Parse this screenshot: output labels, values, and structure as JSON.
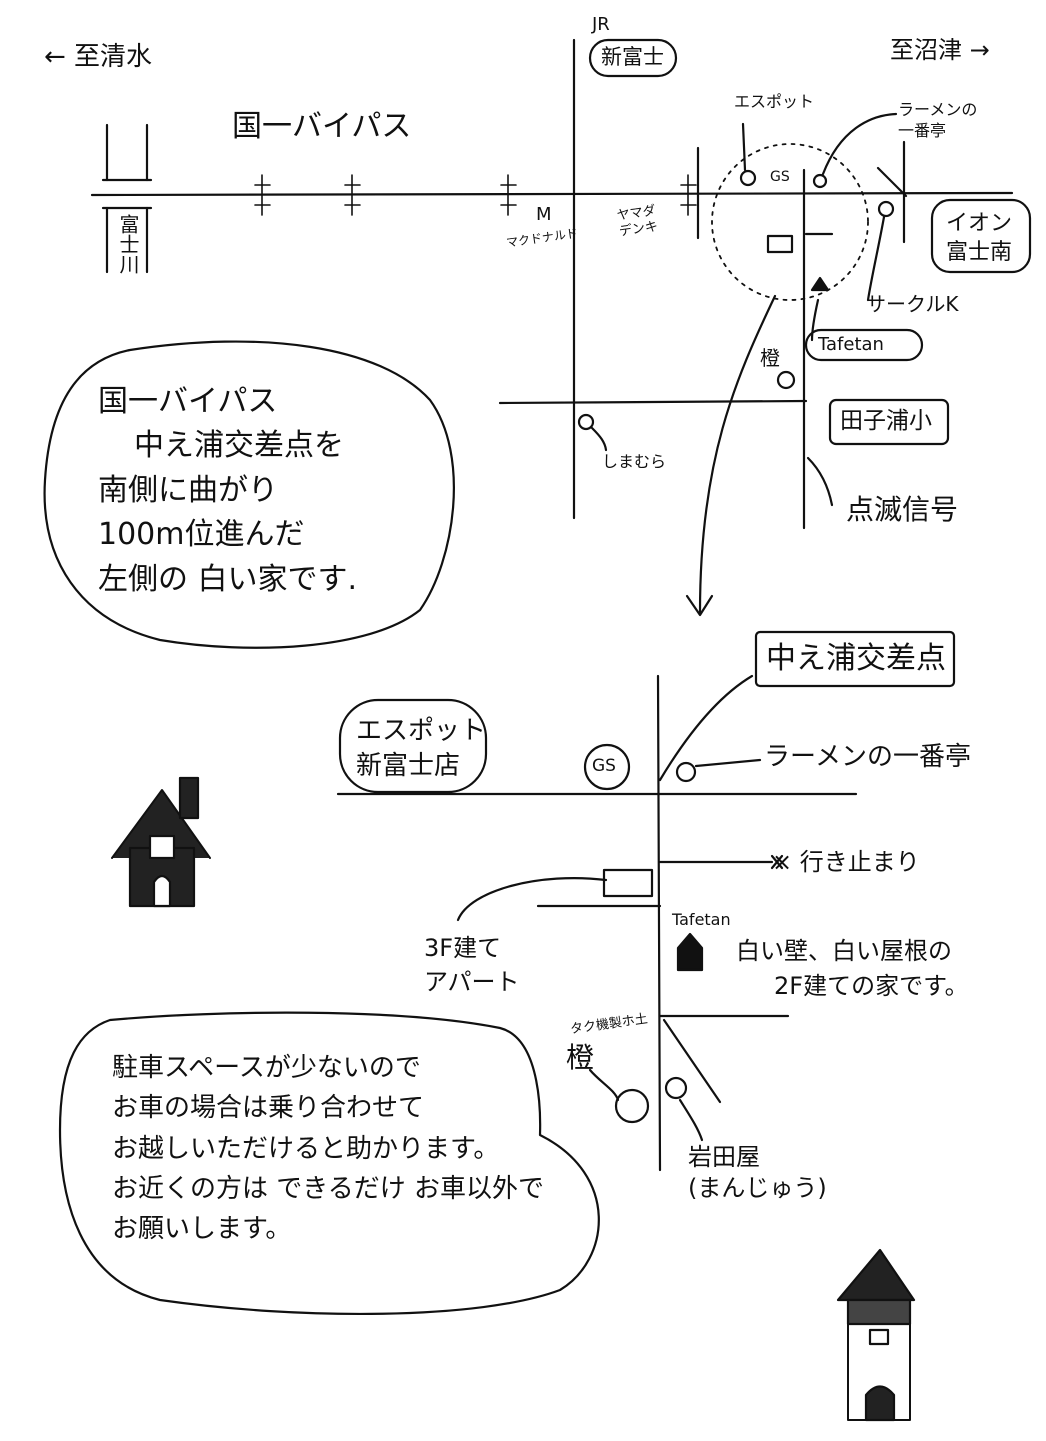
{
  "top_map": {
    "dir_west": "← 至清水",
    "dir_east": "至沼津 →",
    "jr_label": "JR",
    "station": "新富士",
    "highway": "国一バイパス",
    "river": [
      "富",
      "士",
      "川"
    ],
    "mcdonalds_m": "M",
    "mcdonalds": "マクドナルド",
    "yamada": [
      "ヤマダ",
      "デンキ"
    ],
    "espot": "エスポット",
    "gs": "GS",
    "ramen": [
      "ラーメンの",
      "一番亭"
    ],
    "aeon": [
      "イオン",
      "富士南"
    ],
    "circle_k": "サークルK",
    "tafetan": "Tafetan",
    "tachibana": "橙",
    "shimamura": "しまむら",
    "school": "田子浦小",
    "blink_signal": "点滅信号"
  },
  "directions": [
    "国一バイパス",
    "中え浦交差点を",
    "南側に曲がり",
    "100m位進んだ",
    "左側の 白い家です."
  ],
  "detail_map": {
    "intersection": "中え浦交差点",
    "espot_store": [
      "エスポット",
      "新富士店"
    ],
    "gs": "GS",
    "ramen": "ラーメンの一番亭",
    "dead_end": "× 行き止まり",
    "apartment": [
      "3F建て",
      "アパート"
    ],
    "tafetan": "Tafetan",
    "house_desc": [
      "白い壁、白い屋根の",
      "2F建ての家です。"
    ],
    "kimura_kogyo": "タク機製ホ土",
    "tachibana": "橙",
    "iwataya": [
      "岩田屋",
      "(まんじゅう)"
    ]
  },
  "parking_note": [
    "駐車スペースが少ないので",
    "お車の場合は乗り合わせて",
    "お越しいただけると助かります。",
    "お近くの方は できるだけ お車以外で",
    "お願いします。"
  ]
}
